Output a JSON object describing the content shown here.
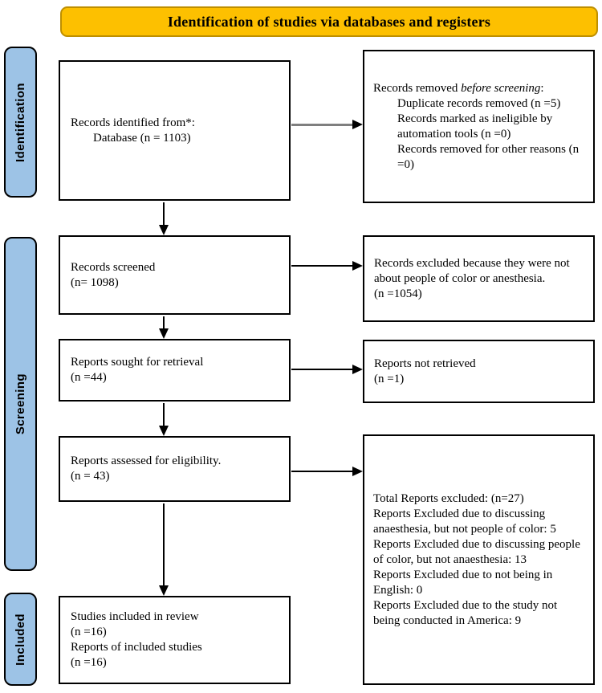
{
  "header": {
    "title": "Identification of studies via databases and registers"
  },
  "colors": {
    "header_bg": "#FDC000",
    "header_border": "#BE8F00",
    "sidebar_bg": "#9DC3E6",
    "box_border": "#000000",
    "arrow_gray": "#7F7F7F"
  },
  "sidebar": {
    "identification": "Identification",
    "screening": "Screening",
    "included": "Included"
  },
  "flow": {
    "records_identified": {
      "lines": [
        "Records identified from*:",
        "Database (n = 1103)"
      ]
    },
    "records_removed": {
      "title_prefix": "Records removed ",
      "title_italic": "before screening",
      "title_suffix": ":",
      "items": [
        "Duplicate records removed (n =5)",
        "Records marked as ineligible by automation tools (n =0)",
        "Records removed for other reasons (n =0)"
      ]
    },
    "records_screened": {
      "lines": [
        "Records screened",
        "(n= 1098)"
      ]
    },
    "records_excluded": {
      "lines": [
        "Records excluded because they were not about people of color or anesthesia.",
        "(n =1054)"
      ]
    },
    "reports_sought": {
      "lines": [
        "Reports sought for retrieval",
        "(n =44)"
      ]
    },
    "reports_not_retrieved": {
      "lines": [
        "Reports not retrieved",
        "(n =1)"
      ]
    },
    "reports_assessed": {
      "lines": [
        "Reports assessed for eligibility.",
        "(n = 43)"
      ]
    },
    "reports_excluded_total": {
      "lines": [
        "Total Reports excluded: (n=27)",
        "Reports Excluded due to discussing anaesthesia, but not people of color: 5",
        "Reports Excluded due to discussing people of color, but not anaesthesia: 13",
        "Reports Excluded due to not being in English: 0",
        "Reports Excluded due to the study not being conducted in America: 9"
      ]
    },
    "studies_included": {
      "lines": [
        "Studies included in review",
        "(n =16)",
        "Reports of included studies",
        "(n =16)"
      ]
    }
  }
}
